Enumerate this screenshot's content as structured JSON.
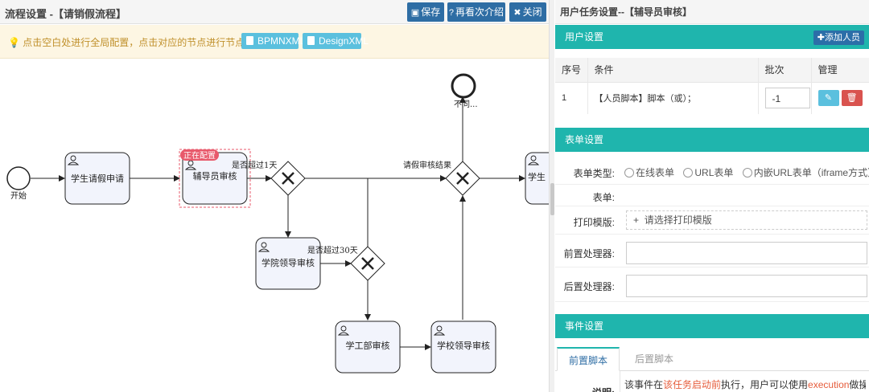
{
  "left": {
    "title": "流程设置 -【请销假流程】",
    "buttons": [
      {
        "label": "保存",
        "icon": "save-icon"
      },
      {
        "label": "再看次介绍",
        "icon": "help-icon"
      },
      {
        "label": "关闭",
        "icon": "close-icon"
      }
    ],
    "tip": "点击空白处进行全局配置，点击对应的节点进行节点配置",
    "xml_buttons": [
      {
        "label": "BPMNXML",
        "icon": "file-icon"
      },
      {
        "label": "DesignXML",
        "icon": "file-icon"
      }
    ]
  },
  "diagram": {
    "start_label": "开始",
    "end_label": "不同...",
    "tasks": {
      "student_apply": "学生请假申请",
      "counselor": "辅导员审核",
      "college": "学院领导审核",
      "affairs": "学工部审核",
      "school": "学校领导审核",
      "partial": "学生"
    },
    "badge": "正在配置",
    "flow_labels": {
      "over_1_day": "是否超过1天",
      "over_30_days": "是否超过30天",
      "result": "请假审核结果"
    }
  },
  "right": {
    "title": "用户任务设置--【辅导员审核】",
    "user_section": {
      "title": "用户设置",
      "add_button": "添加人员",
      "columns": [
        "序号",
        "条件",
        "批次",
        "管理"
      ],
      "rows": [
        {
          "index": "1",
          "condition": "【人员脚本】脚本（或）；",
          "batch": "-1"
        }
      ]
    },
    "form_section": {
      "title": "表单设置",
      "type_label": "表单类型:",
      "type_options": [
        "在线表单",
        "URL表单",
        "内嵌URL表单（iframe方式）"
      ],
      "form_label": "表单:",
      "print_label": "打印模版:",
      "print_placeholder": "请选择打印模版",
      "pre_label": "前置处理器:",
      "post_label": "后置处理器:"
    },
    "event_section": {
      "title": "事件设置",
      "tabs": [
        "前置脚本",
        "后置脚本"
      ],
      "desc_label": "说明:",
      "desc_parts": [
        "该事件在",
        "该任务启动前",
        "执行，用户可以使用",
        "execution",
        "做操作。例"
      ]
    }
  },
  "colors": {
    "primary": "#2e6da4",
    "teal": "#1fb5ad",
    "info": "#5bc0de",
    "danger": "#d9534f",
    "tip_text": "#c0902b",
    "badge": "#e8596b"
  }
}
